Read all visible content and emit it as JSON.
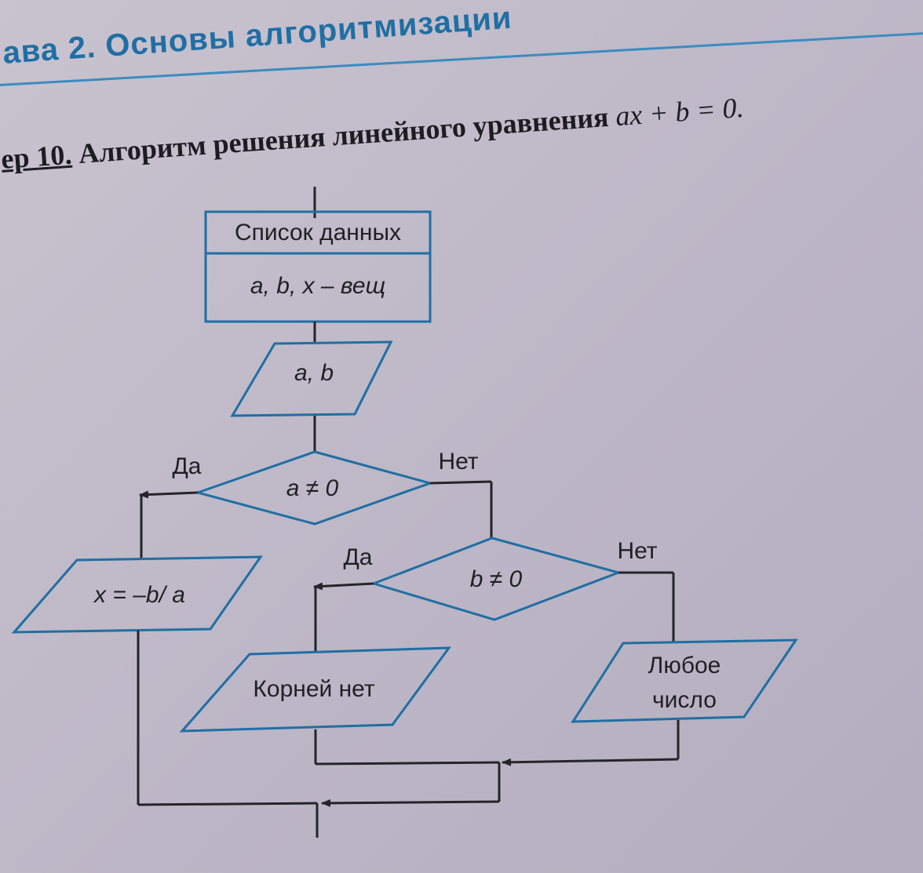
{
  "header": {
    "chapter_title": "ава 2. Основы алгоритмизации"
  },
  "example": {
    "number": "ер 10.",
    "title": "Алгоритм решения линейного уравнения",
    "equation": "ax + b = 0."
  },
  "flowchart": {
    "data_table": {
      "header": "Список данных",
      "body": "a, b, x – вещ"
    },
    "input": "a, b",
    "decision1": {
      "condition": "a ≠ 0",
      "yes_label": "Да",
      "no_label": "Нет"
    },
    "output_x": "x = –b/ a",
    "decision2": {
      "condition": "b ≠ 0",
      "yes_label": "Да",
      "no_label": "Нет"
    },
    "output_no_roots": "Корней нет",
    "output_any": [
      "Любое",
      "число"
    ]
  },
  "colors": {
    "shape_stroke": "#1f6fa4",
    "line_stroke": "#24242a",
    "header_color": "#1f6fa4"
  }
}
